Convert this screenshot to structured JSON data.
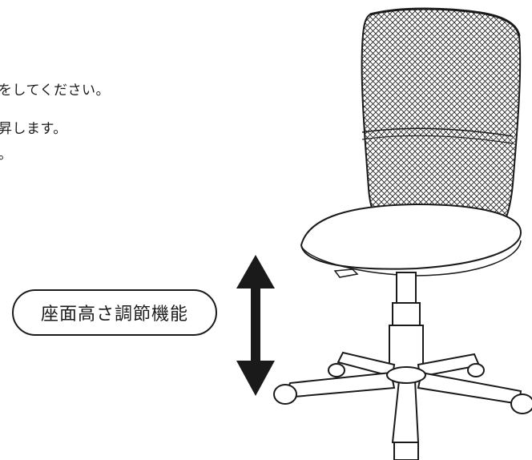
{
  "instructions": {
    "line1": "をしてください。",
    "line2": "昇します。",
    "line3": "。"
  },
  "feature_label": "座面高さ調節機能",
  "colors": {
    "ink": "#1a1a1a",
    "paper": "#ffffff"
  },
  "icons": [
    "height-adjust-arrow-icon",
    "office-chair-illustration"
  ]
}
